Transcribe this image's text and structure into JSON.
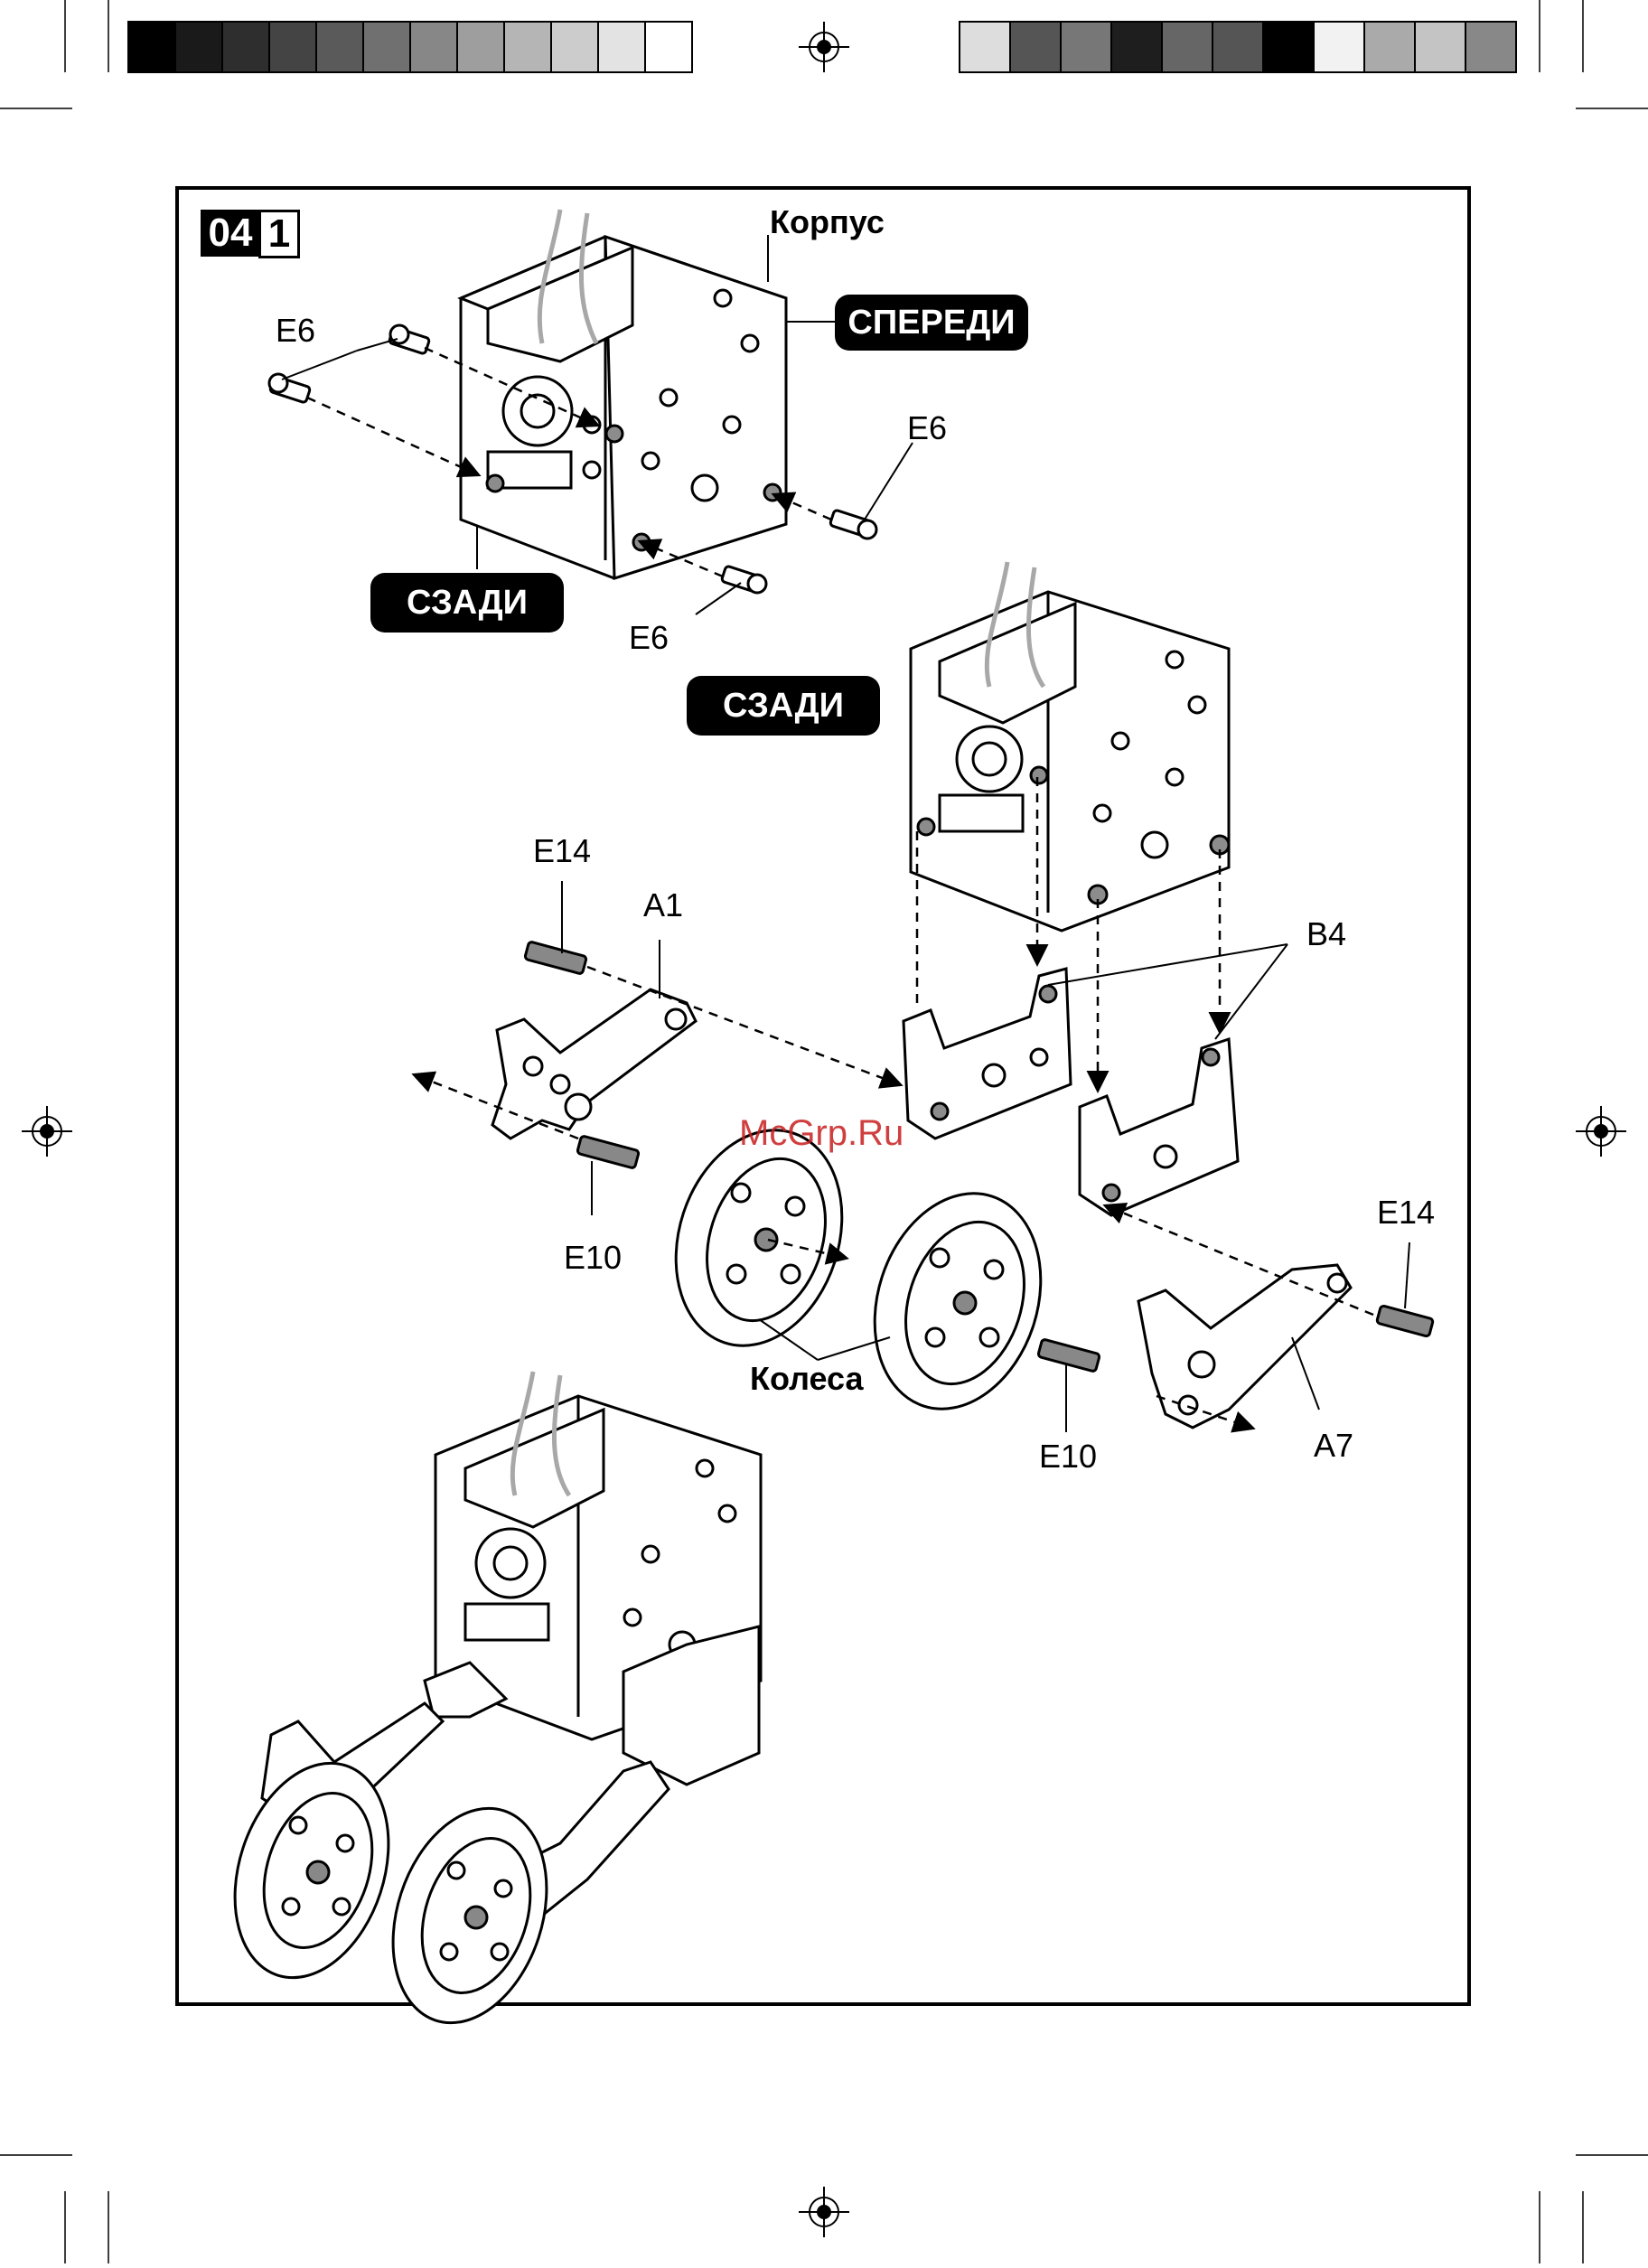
{
  "step": {
    "number": "04",
    "sub": "1"
  },
  "labels": {
    "korpus": "Корпус",
    "speredi": "СПЕРЕДИ",
    "szadi_top": "СЗАДИ",
    "szadi_mid": "СЗАДИ",
    "e6_a": "E6",
    "e6_b": "E6",
    "e6_c": "E6",
    "e14_left": "E14",
    "e14_right": "E14",
    "a1": "A1",
    "a7": "A7",
    "b4": "B4",
    "e10_left": "E10",
    "e10_right": "E10",
    "wheels": "Колеса"
  },
  "watermark": "McGrp.Ru",
  "colors": {
    "ink": "#000000",
    "paper": "#ffffff",
    "hole": "#8c8c8c",
    "wire": "#a8a8a8",
    "watermark": "#c81e1e"
  },
  "print_marks": {
    "left_bar": [
      "#000000",
      "#1a1a1a",
      "#2e2e2e",
      "#444444",
      "#5a5a5a",
      "#707070",
      "#878787",
      "#9e9e9e",
      "#b5b5b5",
      "#cccccc",
      "#e3e3e3",
      "#ffffff"
    ],
    "right_bar": [
      "#dddddd",
      "#555555",
      "#777777",
      "#1e1e1e",
      "#666666",
      "#555555",
      "#000000",
      "#f2f2f2",
      "#aaaaaa",
      "#c4c4c4",
      "#888888"
    ]
  }
}
